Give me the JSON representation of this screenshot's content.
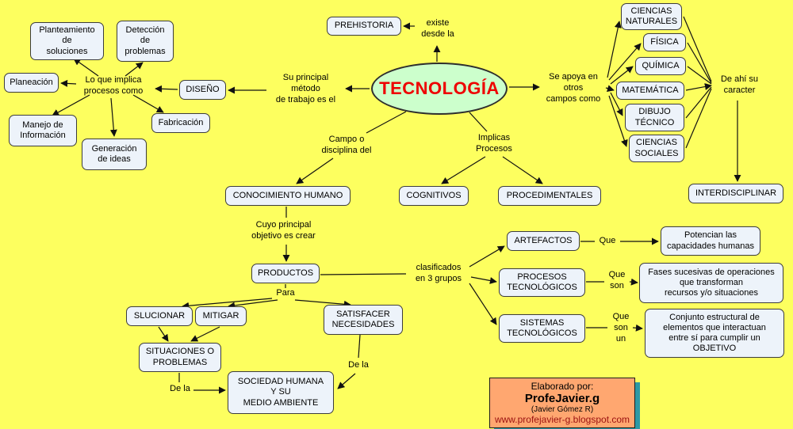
{
  "title": {
    "text": "TECNOLOGÍA",
    "color": "#ee0000",
    "bg": "#ccffcc"
  },
  "colors": {
    "background": "#fdff5f",
    "node_bg": "#edf3fa",
    "node_border": "#3c3c3c",
    "credit_bg": "#ffa770",
    "credit_shadow": "#2d99a5",
    "credit_url": "#9b1010",
    "line": "#111111"
  },
  "nodes": {
    "prehistoria": "PREHISTORIA",
    "ciencias_naturales": "CIENCIAS\nNATURALES",
    "fisica": "FÍSICA",
    "quimica": "QUÍMICA",
    "matematica": "MATEMÁTICA",
    "dibujo_tecnico": "DIBUJO\nTÉCNICO",
    "ciencias_sociales": "CIENCIAS\nSOCIALES",
    "interdisciplinar": "INTERDISCIPLINAR",
    "diseno": "DISEÑO",
    "planteamiento": "Planteamiento\nde\nsoluciones",
    "deteccion": "Detección\nde\nproblemas",
    "planeacion": "Planeación",
    "manejo": "Manejo de\nInformación",
    "generacion": "Generación\nde ideas",
    "fabricacion": "Fabricación",
    "conocimiento": "CONOCIMIENTO HUMANO",
    "cognitivos": "COGNITIVOS",
    "procedimentales": "PROCEDIMENTALES",
    "productos": "PRODUCTOS",
    "artefactos": "ARTEFACTOS",
    "potencian": "Potencian las\ncapacidades humanas",
    "procesos_tecnologicos": "PROCESOS\nTECNOLÓGICOS",
    "fases": "Fases sucesivas de operaciones\nque transforman\nrecursos y/o situaciones",
    "sistemas_tecnologicos": "SISTEMAS\nTECNOLÓGICOS",
    "conjunto": "Conjunto estructural de\nelementos que interactuan\nentre sí para cumplir un\nOBJETIVO",
    "slucionar": "SLUCIONAR",
    "mitigar": "MITIGAR",
    "satisfacer": "SATISFACER\nNECESIDADES",
    "situaciones": "SITUACIONES O\nPROBLEMAS",
    "sociedad": "SOCIEDAD HUMANA\nY SU\nMEDIO AMBIENTE"
  },
  "labels": {
    "existe": "existe\ndesde la",
    "su_principal": "Su principal\nmétodo\nde trabajo es el",
    "lo_que_implica": "Lo que implica\nprocesos como",
    "se_apoya": "Se apoya en\notros\ncampos como",
    "de_ahi": "De ahí su\ncaracter",
    "campo": "Campo o\ndisciplina del",
    "implicas": "Implicas\nProcesos",
    "cuyo": "Cuyo principal\nobjetivo es crear",
    "clasificados": "clasificados\nen 3 grupos",
    "que": "Que",
    "que_son": "Que\nson",
    "que_son_un": "Que\nson\nun",
    "para": "Para",
    "de_la_1": "De la",
    "de_la_2": "De la"
  },
  "credit": {
    "line1": "Elaborado por:",
    "line2": "ProfeJavier.g",
    "line3": "(Javier Gómez R)",
    "line4": "www.profejavier-g.blogspot.com"
  }
}
